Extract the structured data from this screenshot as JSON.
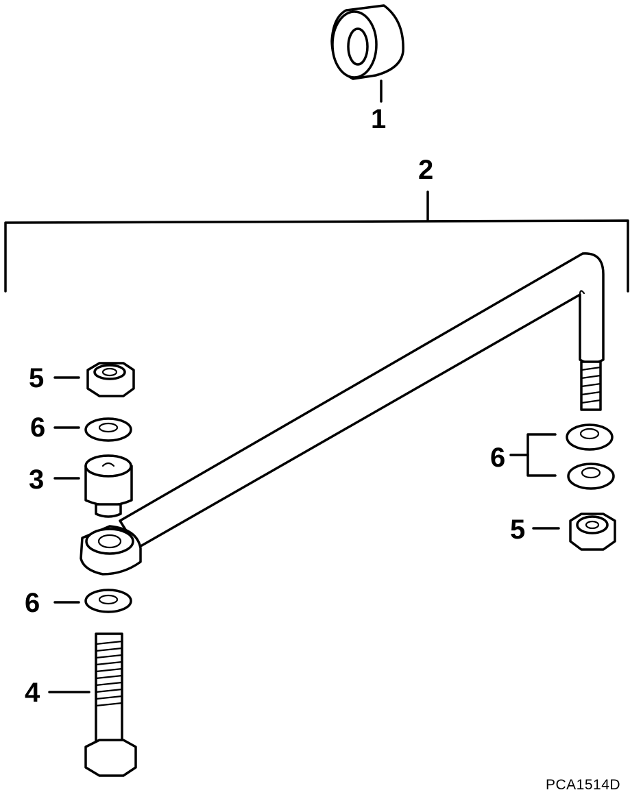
{
  "diagram": {
    "callouts": {
      "c1": "1",
      "c2": "2",
      "c3": "3",
      "c4": "4",
      "c5_left": "5",
      "c6_left_top": "6",
      "c6_left_bottom": "6",
      "c6_right": "6",
      "c5_right": "5"
    },
    "figure_code": "PCA1514D"
  }
}
